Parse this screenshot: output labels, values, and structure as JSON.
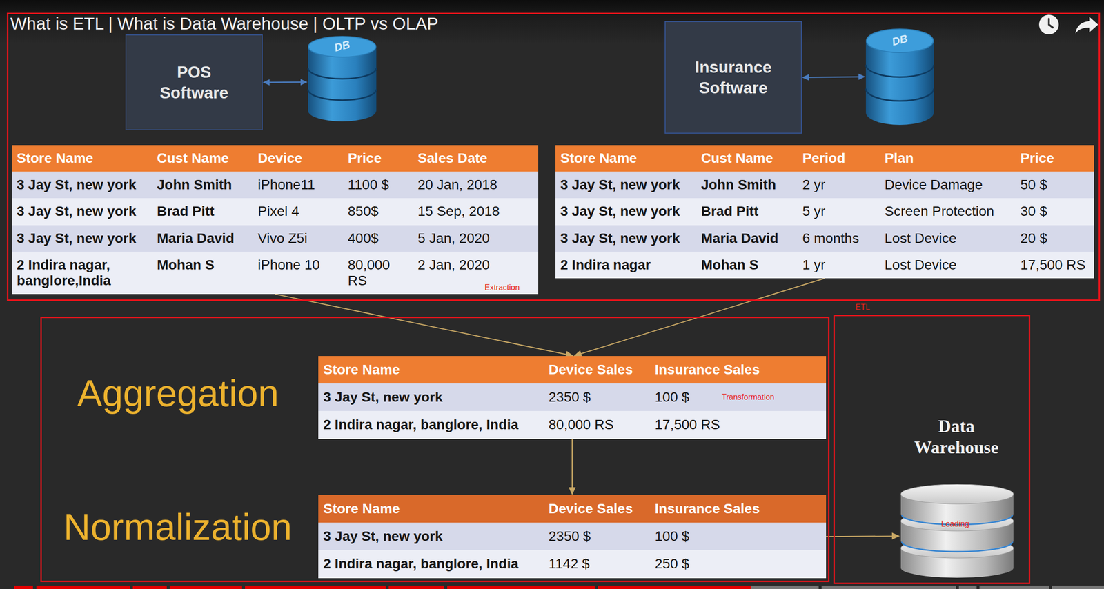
{
  "diagram": {
    "title": "What is ETL | What is Data Warehouse | OLTP vs OLAP",
    "nodes": [
      {
        "text": [
          "Extraction"
        ]
      },
      {
        "text": [
          "POS Software"
        ],
        "in": 0
      },
      {
        "text": [
          "DB"
        ],
        "in": 0
      },
      {
        "text": [
          "Insurance Software"
        ],
        "in": 0
      },
      {
        "text": [
          "DB"
        ],
        "in": 0
      },
      {
        "text": [
          "Store Name",
          "Cust Name",
          "Device",
          "Price",
          "Sales Date",
          "3 Jay St, new york",
          "John Smith",
          "iPhone11",
          "1100 $",
          "20 Jan, 2018",
          "3 Jay St, new york",
          "Brad Pitt",
          "Pixel 4",
          "850$",
          "15 Sep, 2018",
          "3 Jay St, new york",
          "Maria David",
          "Vivo Z5i",
          "400$",
          "5 Jan, 2020",
          "2 Indira nagar, banglore,India",
          "Mohan S",
          "iPhone 10",
          "80,000 RS",
          "2 Jan, 2020"
        ],
        "in": 0
      },
      {
        "text": [
          "Store Name",
          "Cust Name",
          "Period",
          "Plan",
          "Price",
          "3 Jay St, new york",
          "John Smith",
          "2 yr",
          "Device Damage",
          "50 $",
          "3 Jay St, new york",
          "Brad Pitt",
          "5 yr",
          "Screen Protection",
          "30 $",
          "3 Jay St, new york",
          "Maria David",
          "6 months",
          "Lost Device",
          "20 $",
          "2 Indira nagar",
          "Mohan S",
          "1 yr",
          "Lost Device",
          "17,500 RS"
        ],
        "in": 0
      },
      {
        "text": [
          "Aggregation",
          "Transformation",
          "Normalization"
        ]
      },
      {
        "text": [
          "Store Name",
          "Device Sales",
          "Insurance Sales",
          "3 Jay St, new york",
          "2350 $",
          "100 $",
          "2 Indira nagar, banglore, India",
          "80,000 RS",
          "17,500 RS"
        ],
        "in": 7
      },
      {
        "text": [
          "Store Name",
          "Device Sales",
          "Insurance Sales",
          "3 Jay St, new york",
          "2350 $",
          "100 $",
          "2 Indira nagar, banglore, India",
          "1142 $",
          "250 $"
        ],
        "in": 7
      },
      {
        "text": [
          "Data Warehouse"
        ]
      },
      {
        "text": [
          "Loading"
        ],
        "in": 10
      }
    ],
    "edges": [
      {
        "from": 1,
        "to": 2,
        "arrow": "both"
      },
      {
        "from": 3,
        "to": 4,
        "arrow": "both"
      },
      {
        "from": 5,
        "to": 8,
        "arrow": "to"
      },
      {
        "from": 6,
        "to": 8,
        "arrow": "to"
      },
      {
        "from": 8,
        "to": 9,
        "arrow": "to"
      },
      {
        "from": 9,
        "to": 11,
        "arrow": "to"
      }
    ],
    "labels": [
      "ETL"
    ]
  }
}
